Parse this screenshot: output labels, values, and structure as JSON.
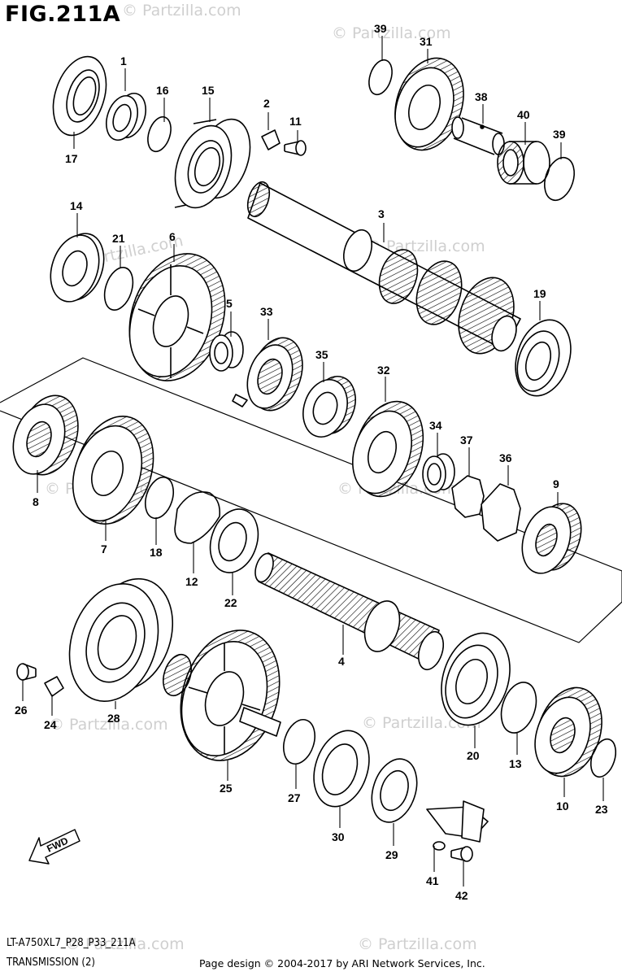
{
  "figure": {
    "title": "FIG.211A",
    "model_code": "LT-A750XL7_P28_P33_211A",
    "section_name": "TRANSMISSION (2)",
    "copyright": "Page design © 2004-2017 by ARI Network Services, Inc.",
    "fwd_label": "FWD",
    "watermark": "© Partzilla.com"
  },
  "parts": [
    {
      "id": "p1",
      "number": "1"
    },
    {
      "id": "p2",
      "number": "2"
    },
    {
      "id": "p3",
      "number": "3"
    },
    {
      "id": "p4",
      "number": "4"
    },
    {
      "id": "p5",
      "number": "5"
    },
    {
      "id": "p6",
      "number": "6"
    },
    {
      "id": "p7",
      "number": "7"
    },
    {
      "id": "p8",
      "number": "8"
    },
    {
      "id": "p9",
      "number": "9"
    },
    {
      "id": "p10",
      "number": "10"
    },
    {
      "id": "p11",
      "number": "11"
    },
    {
      "id": "p12",
      "number": "12"
    },
    {
      "id": "p13",
      "number": "13"
    },
    {
      "id": "p14",
      "number": "14"
    },
    {
      "id": "p15",
      "number": "15"
    },
    {
      "id": "p16",
      "number": "16"
    },
    {
      "id": "p17",
      "number": "17"
    },
    {
      "id": "p18",
      "number": "18"
    },
    {
      "id": "p19",
      "number": "19"
    },
    {
      "id": "p20",
      "number": "20"
    },
    {
      "id": "p21",
      "number": "21"
    },
    {
      "id": "p22",
      "number": "22"
    },
    {
      "id": "p23",
      "number": "23"
    },
    {
      "id": "p24",
      "number": "24"
    },
    {
      "id": "p25",
      "number": "25"
    },
    {
      "id": "p26",
      "number": "26"
    },
    {
      "id": "p27",
      "number": "27"
    },
    {
      "id": "p28",
      "number": "28"
    },
    {
      "id": "p29",
      "number": "29"
    },
    {
      "id": "p30",
      "number": "30"
    },
    {
      "id": "p31",
      "number": "31"
    },
    {
      "id": "p32",
      "number": "32"
    },
    {
      "id": "p33",
      "number": "33"
    },
    {
      "id": "p34",
      "number": "34"
    },
    {
      "id": "p35",
      "number": "35"
    },
    {
      "id": "p36",
      "number": "36"
    },
    {
      "id": "p37",
      "number": "37"
    },
    {
      "id": "p38",
      "number": "38"
    },
    {
      "id": "p39a",
      "number": "39"
    },
    {
      "id": "p39b",
      "number": "39"
    },
    {
      "id": "p40",
      "number": "40"
    },
    {
      "id": "p41",
      "number": "41"
    },
    {
      "id": "p42",
      "number": "42"
    }
  ]
}
